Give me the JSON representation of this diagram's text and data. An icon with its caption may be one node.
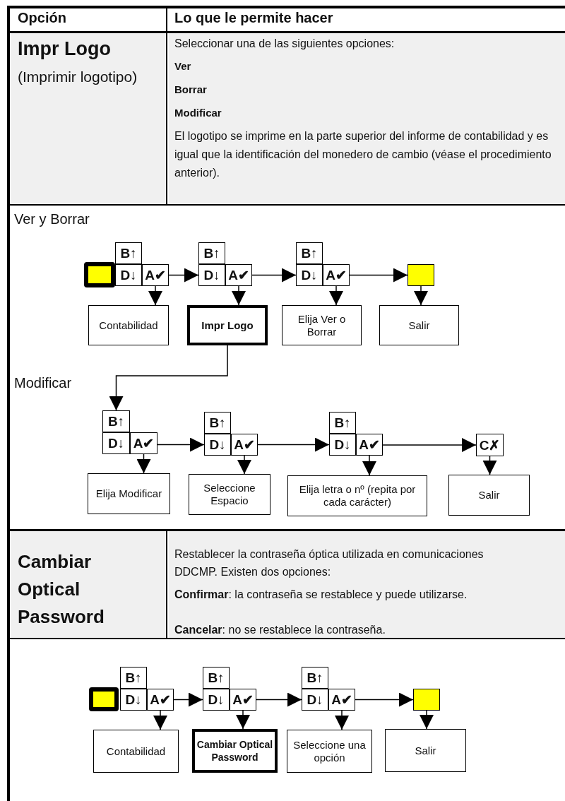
{
  "diagram": {
    "nodes": [
      {
        "text": [],
        "shape": "box"
      },
      {
        "text": [
          "B↑"
        ]
      },
      {
        "text": [
          "D↓"
        ]
      },
      {
        "text": [
          "A✔"
        ]
      },
      {
        "text": [
          "B↑"
        ]
      },
      {
        "text": [
          "D↓"
        ]
      },
      {
        "text": [
          "A✔"
        ]
      },
      {
        "text": [
          "B↑"
        ]
      },
      {
        "text": [
          "D↓"
        ]
      },
      {
        "text": [
          "A✔"
        ]
      },
      {
        "text": [],
        "shape": "box"
      },
      {
        "text": [
          "Contabilidad"
        ]
      },
      {
        "text": [
          "Impr Logo"
        ]
      },
      {
        "text": [
          "Elija Ver o Borrar"
        ]
      },
      {
        "text": [
          "Salir"
        ]
      },
      {
        "text": [
          "B↑"
        ]
      },
      {
        "text": [
          "D↓"
        ]
      },
      {
        "text": [
          "A✔"
        ]
      },
      {
        "text": [
          "B↑"
        ]
      },
      {
        "text": [
          "D↓"
        ]
      },
      {
        "text": [
          "A✔"
        ]
      },
      {
        "text": [
          "B↑"
        ]
      },
      {
        "text": [
          "D↓"
        ]
      },
      {
        "text": [
          "A✔"
        ]
      },
      {
        "text": [
          "C✗"
        ]
      },
      {
        "text": [
          "Elija Modificar"
        ]
      },
      {
        "text": [
          "Seleccione Espacio"
        ]
      },
      {
        "text": [
          "Elija letra o nº (repita por cada carácter)"
        ]
      },
      {
        "text": [
          "Salir"
        ]
      },
      {
        "text": [],
        "shape": "box"
      },
      {
        "text": [
          "B↑"
        ]
      },
      {
        "text": [
          "D↓"
        ]
      },
      {
        "text": [
          "A✔"
        ]
      },
      {
        "text": [
          "B↑"
        ]
      },
      {
        "text": [
          "D↓"
        ]
      },
      {
        "text": [
          "A✔"
        ]
      },
      {
        "text": [
          "B↑"
        ]
      },
      {
        "text": [
          "D↓"
        ]
      },
      {
        "text": [
          "A✔"
        ]
      },
      {
        "text": [],
        "shape": "box"
      },
      {
        "text": [
          "Contabilidad"
        ]
      },
      {
        "text": [
          "Cambiar Optical Password"
        ]
      },
      {
        "text": [
          "Seleccione una opción"
        ]
      },
      {
        "text": [
          "Salir"
        ]
      }
    ],
    "edges": [
      {
        "from": 3,
        "to": 5,
        "arrow": "to"
      },
      {
        "from": 6,
        "to": 8,
        "arrow": "to"
      },
      {
        "from": 9,
        "to": 10,
        "arrow": "to"
      },
      {
        "from": 3,
        "to": 11,
        "arrow": "to"
      },
      {
        "from": 6,
        "to": 12,
        "arrow": "to"
      },
      {
        "from": 9,
        "to": 13,
        "arrow": "to"
      },
      {
        "from": 10,
        "to": 14,
        "arrow": "to"
      },
      {
        "from": 12,
        "to": 15,
        "arrow": "to"
      },
      {
        "from": 17,
        "to": 19,
        "arrow": "to"
      },
      {
        "from": 20,
        "to": 22,
        "arrow": "to"
      },
      {
        "from": 23,
        "to": 24,
        "arrow": "to"
      },
      {
        "from": 17,
        "to": 25,
        "arrow": "to"
      },
      {
        "from": 20,
        "to": 26,
        "arrow": "to"
      },
      {
        "from": 23,
        "to": 27,
        "arrow": "to"
      },
      {
        "from": 24,
        "to": 28,
        "arrow": "to"
      },
      {
        "from": 32,
        "to": 34,
        "arrow": "to"
      },
      {
        "from": 35,
        "to": 37,
        "arrow": "to"
      },
      {
        "from": 38,
        "to": 39,
        "arrow": "to"
      },
      {
        "from": 32,
        "to": 40,
        "arrow": "to"
      },
      {
        "from": 35,
        "to": 41,
        "arrow": "to"
      },
      {
        "from": 38,
        "to": 42,
        "arrow": "to"
      },
      {
        "from": 39,
        "to": 43,
        "arrow": "to"
      }
    ],
    "labels": [
      "Opción",
      "Lo que le permite hacer",
      "Impr Logo",
      "(Imprimir logotipo)",
      "Seleccionar una de las siguientes opciones:",
      "Ver",
      "Borrar",
      "Modificar",
      "El logotipo se imprime en la parte superior del informe de contabilidad y es igual que la identificación del monedero de cambio (véase el procedimiento anterior).",
      "Ver y Borrar",
      "Modificar",
      "Cambiar Optical Password",
      "Restablecer la contraseña óptica utilizada en comunicaciones DDCMP. Existen dos opciones:",
      "**Confirmar**: la contraseña se restablece y puede utilizarse.",
      "**Cancelar**: no se restablece la contraseña."
    ]
  }
}
